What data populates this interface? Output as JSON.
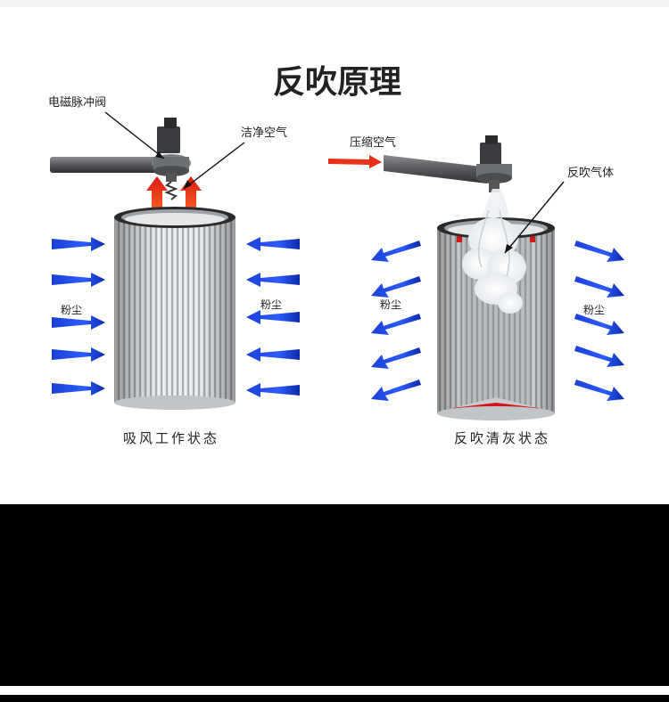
{
  "title": "反吹原理",
  "left": {
    "valve_label": "电磁脉冲阀",
    "clean_air_label": "洁净空气",
    "dust_left_label": "粉尘",
    "dust_right_label": "粉尘",
    "caption": "吸风工作状态"
  },
  "right": {
    "compressed_air_label": "压缩空气",
    "reverse_gas_label": "反吹气体",
    "dust_left_label": "粉尘",
    "dust_right_label": "粉尘",
    "caption": "反吹清灰状态"
  },
  "colors": {
    "blue_arrow": "#1c3fd6",
    "red_arrow": "#e8321c",
    "filter_gray": "#d6d8da",
    "cap_dark": "#2b2b2b",
    "red_rim": "#d01818"
  }
}
